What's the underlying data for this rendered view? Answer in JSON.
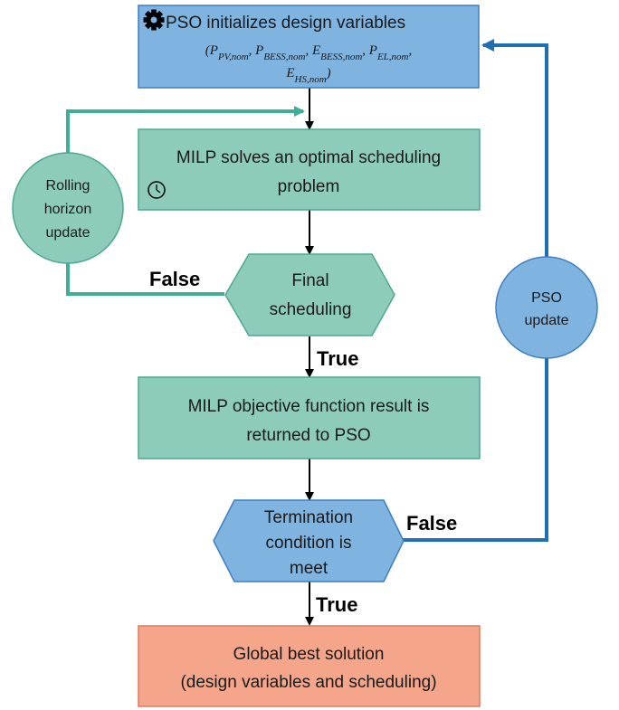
{
  "colors": {
    "pso_blue": "#7fb3e0",
    "pso_blue_stroke": "#3f7fbf",
    "pso_loop_line": "#1f6fb5",
    "milp_green": "#8dccbb",
    "milp_green_stroke": "#4da892",
    "rolling_line": "#3fae96",
    "result_orange": "#f4a58a",
    "result_orange_stroke": "#e07a5c"
  },
  "nodes": {
    "init": {
      "icon": "gear-icon",
      "title": "PSO initializes design variables",
      "vars_line1": "(P_{PV,nom}, P_{BESS,nom}, E_{BESS,nom}, P_{EL,nom},",
      "vars_line2": "E_{HS,nom})"
    },
    "milp_solve": {
      "icon": "clock-icon",
      "line1": "MILP solves an optimal scheduling",
      "line2": "problem"
    },
    "final_sched": {
      "line1": "Final",
      "line2": "scheduling"
    },
    "milp_result": {
      "line1": "MILP objective function result is",
      "line2": "returned to PSO"
    },
    "termination": {
      "line1": "Termination",
      "line2": "condition is",
      "line3": "meet"
    },
    "global_best": {
      "line1": "Global best solution",
      "line2": "(design variables and scheduling)"
    },
    "rolling": {
      "line1": "Rolling",
      "line2": "horizon",
      "line3": "update"
    },
    "pso_update": {
      "line1": "PSO",
      "line2": "update"
    }
  },
  "edges": {
    "final_false": "False",
    "final_true": "True",
    "term_false": "False",
    "term_true": "True"
  }
}
